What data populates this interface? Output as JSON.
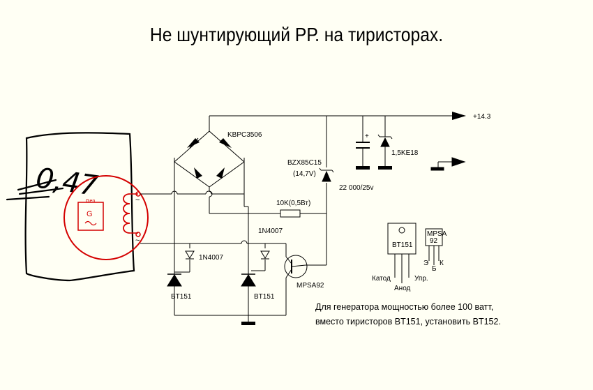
{
  "title": "Не шунтирующий РР. на тиристорах.",
  "labels": {
    "bridge": "KBPC3506",
    "zener": "BZX85C15",
    "zener_v": "(14,7V)",
    "resistor": "10K(0,5Вт)",
    "cap": "22 000/25v",
    "tvs": "1,5KE18",
    "out": "+14.3",
    "diode_top": "1N4007",
    "diode_left": "1N4007",
    "thy_left": "BT151",
    "thy_right": "BT151",
    "transistor": "MPSA92",
    "gen": "Gen",
    "gen_g": "G",
    "handwritten": "0,47",
    "pkg_bt151": "BT151",
    "pin_katod": "Катод",
    "pin_anod": "Анод",
    "pin_upr": "Упр.",
    "pkg_mpsa": "MPSA",
    "pkg_mpsa2": "92",
    "pin_e": "Э",
    "pin_b": "Б",
    "pin_k": "К",
    "plus": "+"
  },
  "note": {
    "line1": "Для генератора мощностью более 100 ватт,",
    "line2": "вместо тиристоров BT151, установить BT152."
  },
  "colors": {
    "wire": "#000000",
    "generator": "#d40000",
    "sketch": "#000000"
  }
}
